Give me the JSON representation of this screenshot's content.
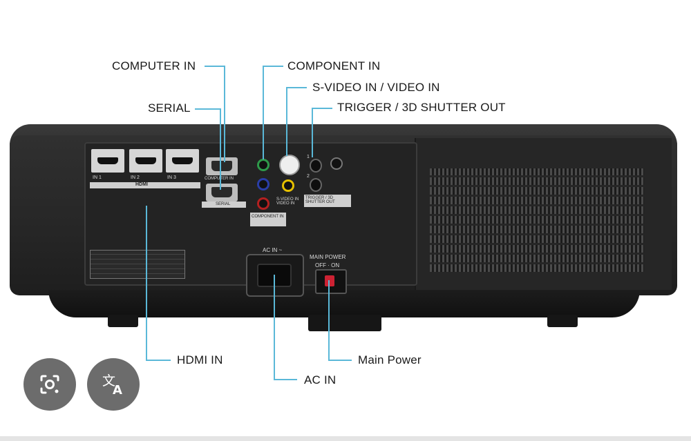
{
  "labels": {
    "computer_in": "COMPUTER IN",
    "serial": "SERIAL",
    "component_in": "COMPONENT IN",
    "svideo_in": "S-VIDEO IN / VIDEO IN",
    "trigger_out": "TRIGGER / 3D SHUTTER OUT",
    "hdmi_in": "HDMI IN",
    "ac_in": "AC IN",
    "main_power": "Main Power"
  },
  "panel_text": {
    "hdmi_1": "IN 1",
    "hdmi_2": "IN 2",
    "hdmi_3": "IN 3",
    "hdmi_group": "HDMI",
    "computer_port": "COMPUTER IN",
    "serial_port": "SERIAL",
    "component_port": "COMPONENT IN",
    "svideo_port": "S-VIDEO IN VIDEO IN",
    "trigger_port": "TRIGGER / 3D SHUTTER OUT",
    "trigger_1": "1",
    "trigger_2": "2",
    "ac_port": "AC IN ~",
    "main_power_port": "MAIN POWER",
    "off_on": "OFF · ON"
  },
  "overlay_buttons": [
    {
      "icon": "lens-search-icon"
    },
    {
      "icon": "translate-icon"
    }
  ],
  "colors": {
    "leader": "#5ab8d8",
    "projector": "#2a2a2a",
    "button_bg": "#5f5f5f"
  }
}
